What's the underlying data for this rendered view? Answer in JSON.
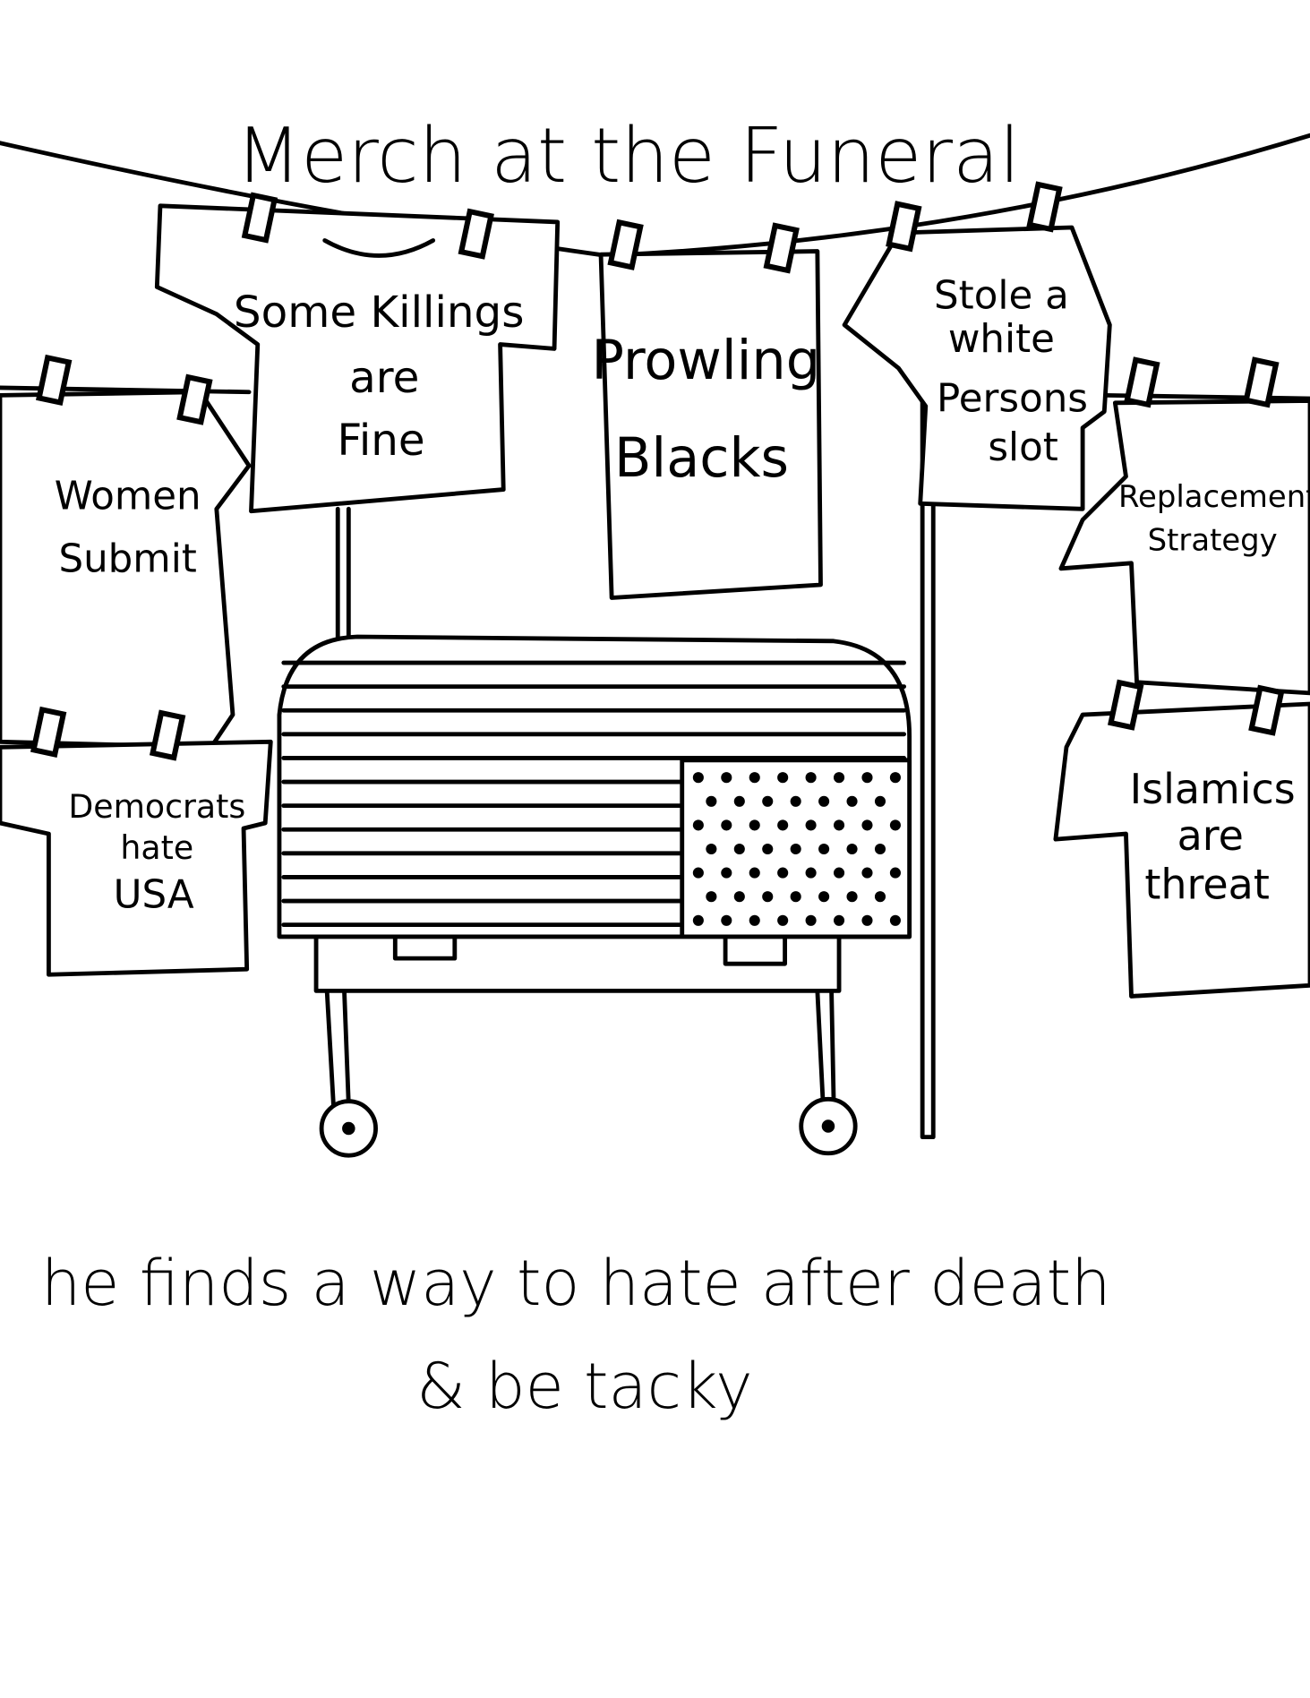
{
  "title": "Merch at the Funeral",
  "shirts": [
    {
      "lines": [
        "Some Killings",
        "are",
        "Fine"
      ]
    },
    {
      "lines": [
        "Prowling",
        "Blacks"
      ]
    },
    {
      "lines": [
        "Stole a",
        "white",
        "Persons",
        "slot"
      ]
    },
    {
      "lines": [
        "Women",
        "Submit"
      ]
    },
    {
      "lines": [
        "Replacement",
        "Strategy"
      ]
    },
    {
      "lines": [
        "Democrats",
        "hate",
        "USA"
      ]
    },
    {
      "lines": [
        "Islamics",
        "are",
        "threat"
      ]
    }
  ],
  "caption": {
    "line1": "he finds a way to hate after death",
    "line2": "& be tacky"
  },
  "colors": {
    "ink": "#000000",
    "paper": "#ffffff"
  }
}
